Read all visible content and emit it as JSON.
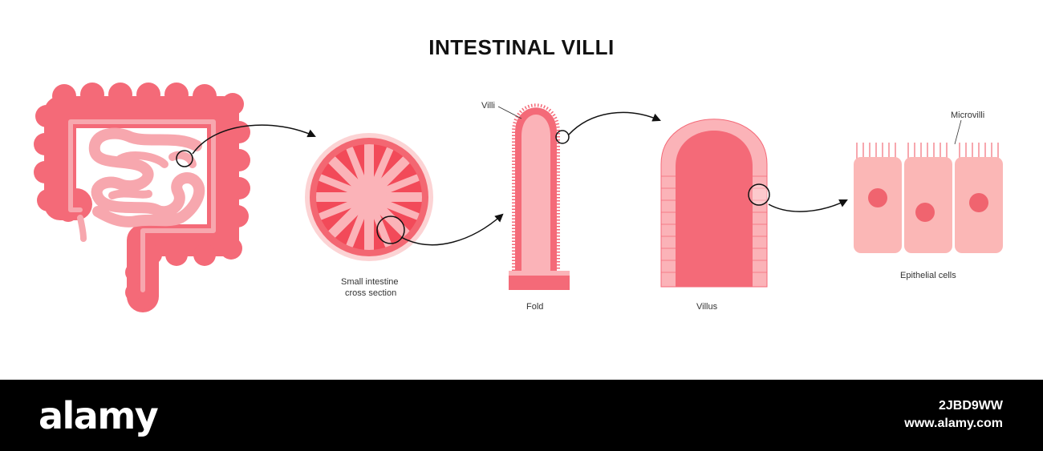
{
  "title": "INTESTINAL VILLI",
  "labels": {
    "cross_section_line1": "Small intestine",
    "cross_section_line2": "cross section",
    "villi": "Villi",
    "fold": "Fold",
    "villus": "Villus",
    "microvilli": "Microvilli",
    "epithelial_cells": "Epithelial cells"
  },
  "footer": {
    "brand": "alamy",
    "image_id": "2JBD9WW",
    "site": "www.alamy.com"
  },
  "colors": {
    "intestine": "#f46a78",
    "intestine_light": "#f7a7ae",
    "tissue_dark": "#f3626f",
    "tissue_light": "#fbb3b8",
    "cell_fill": "#fbb7b6",
    "nucleus": "#f0646f",
    "footer_bg": "#000000"
  }
}
